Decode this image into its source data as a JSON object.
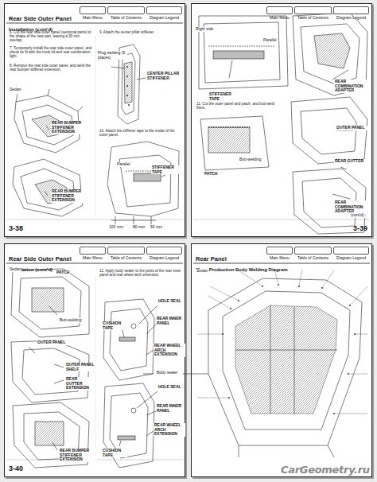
{
  "diagram": {
    "nodes": [
      {
        "text": [
          "Rear Side Outer Panel",
          "Installation (cont'd)",
          "3-38"
        ]
      },
      {
        "text": [
          "Main Menu"
        ],
        "in": 0
      },
      {
        "text": [
          "Table of Contents"
        ],
        "in": 0
      },
      {
        "text": [
          "Diagram Legend"
        ],
        "in": 0
      },
      {
        "text": [
          "3-39"
        ]
      },
      {
        "text": [
          "Main Menu"
        ],
        "in": 4
      },
      {
        "text": [
          "Table of Contents"
        ],
        "in": 4
      },
      {
        "text": [
          "Diagram Legend"
        ],
        "in": 4
      },
      {
        "text": [
          "Rear Side Outer Panel",
          "Installation (cont'd)",
          "3-40"
        ]
      },
      {
        "text": [
          "Main Menu"
        ],
        "in": 8
      },
      {
        "text": [
          "Table of Contents"
        ],
        "in": 8
      },
      {
        "text": [
          "Diagram Legend"
        ],
        "in": 8
      },
      {
        "text": [
          "Rear Panel",
          "Mass Production Body Welding Diagram"
        ]
      },
      {
        "text": [
          "Main Menu"
        ],
        "in": 12
      },
      {
        "text": [
          "Table of Contents"
        ],
        "in": 12
      },
      {
        "text": [
          "Diagram Legend"
        ],
        "in": 12
      }
    ],
    "labels": [
      "6. Cut the rear side outer panel (sectional parts) to the shape of the new part, leaving a 30 mm overlap.",
      "7. Temporarily install the rear side outer panel, and check its fit with the trunk lid and rear combination light.",
      "8. Remove the rear side outer panel, and weld the rear bumper stiffener extension.",
      "Sedan",
      "REAR BUMPER STIFFENER EXTENSION",
      "REAR BUMPER STIFFENER EXTENSION",
      "9. Attach the center pillar stiffener.",
      "Plug welding (5 places)",
      "CENTER PILLAR STIFFENER",
      "10. Attach the stiffener tape to the inside of the outer panel.",
      "Parallel",
      "STIFFENER TAPE",
      "100 mm",
      "80 mm",
      "50 mm",
      "Right side",
      "Parallel",
      "STIFFENER TAPE",
      "11. Cut the outer panel and patch, and butt-weld them.",
      "PATCH",
      "Butt-welding",
      "REAR COMBINATION ADAPTER",
      "OUTER PANEL",
      "REAR GUTTER",
      "REAR COMBINATION ADAPTER",
      "(cont'd)",
      "Sedan",
      "PATCH",
      "Butt-welding",
      "OUTER PANEL",
      "OUTER PANEL SHELF",
      "REAR GUTTER EXTENSION",
      "REAR BUMPER STIFFENER EXTENSION",
      "12. Apply body sealer to the joints of the rear inner panel and rear wheel arch extension.",
      "HOLE SEAL",
      "CUSHION TAPE",
      "REAR INNER PANEL",
      "REAR WHEEL ARCH EXTENSION",
      "Body sealer",
      "HOLE SEAL",
      "REAR INNER PANEL",
      "REAR WHEEL ARCH EXTENSION",
      "CUSHION TAPE",
      "Sedan",
      "CarGeometry.ru"
    ]
  }
}
